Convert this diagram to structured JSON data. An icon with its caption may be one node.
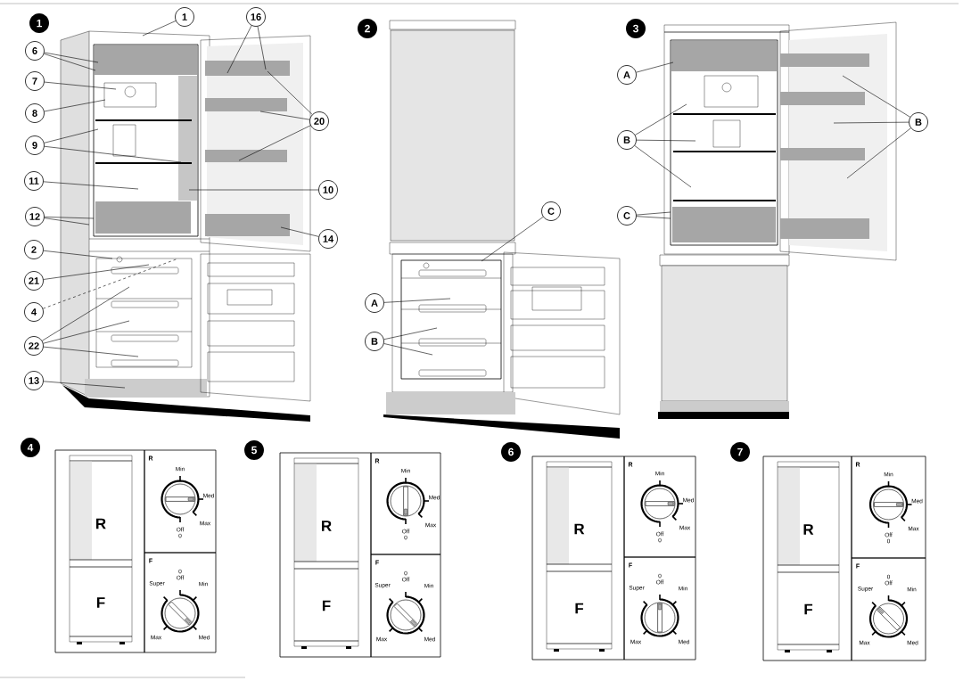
{
  "diagram": {
    "nodes": [
      {
        "text": [
          "1"
        ]
      },
      {
        "text": [
          "1"
        ]
      },
      {
        "text": [
          "16"
        ]
      },
      {
        "text": [
          "6"
        ]
      },
      {
        "text": [
          "7"
        ]
      },
      {
        "text": [
          "8"
        ]
      },
      {
        "text": [
          "20"
        ]
      },
      {
        "text": [
          "9"
        ]
      },
      {
        "text": [
          "11"
        ]
      },
      {
        "text": [
          "10"
        ]
      },
      {
        "text": [
          "12"
        ]
      },
      {
        "text": [
          "14"
        ]
      },
      {
        "text": [
          "2"
        ]
      },
      {
        "text": [
          "21"
        ]
      },
      {
        "text": [
          "4"
        ]
      },
      {
        "text": [
          "22"
        ]
      },
      {
        "text": [
          "13"
        ]
      },
      {
        "text": [
          "2"
        ]
      },
      {
        "text": [
          "C"
        ]
      },
      {
        "text": [
          "A"
        ]
      },
      {
        "text": [
          "B"
        ]
      },
      {
        "text": [
          "3"
        ]
      },
      {
        "text": [
          "A"
        ]
      },
      {
        "text": [
          "B"
        ]
      },
      {
        "text": [
          "B"
        ]
      },
      {
        "text": [
          "C"
        ]
      },
      {
        "text": [
          "4"
        ]
      },
      {
        "text": [
          "R",
          "F"
        ]
      },
      {
        "text": [
          "R",
          "Min",
          "Med",
          "Max",
          "Off",
          "0"
        ]
      },
      {
        "text": [
          "F",
          "0",
          "Off",
          "Super",
          "Min",
          "Max",
          "Med"
        ]
      },
      {
        "text": [
          "5"
        ]
      },
      {
        "text": [
          "R",
          "F"
        ]
      },
      {
        "text": [
          "R",
          "Min",
          "Med",
          "Max",
          "Off",
          "0"
        ]
      },
      {
        "text": [
          "F",
          "0",
          "Off",
          "Super",
          "Min",
          "Max",
          "Med"
        ]
      },
      {
        "text": [
          "6"
        ]
      },
      {
        "text": [
          "R",
          "F"
        ]
      },
      {
        "text": [
          "R",
          "Min",
          "Med",
          "Max",
          "Off",
          "0"
        ]
      },
      {
        "text": [
          "F",
          "0",
          "Off",
          "Super",
          "Min",
          "Max",
          "Med"
        ]
      },
      {
        "text": [
          "7"
        ]
      },
      {
        "text": [
          "R",
          "F"
        ]
      },
      {
        "text": [
          "R",
          "Min",
          "Med",
          "Max",
          "Off",
          "0"
        ]
      },
      {
        "text": [
          "F",
          "0",
          "Off",
          "Super",
          "Min",
          "Max",
          "Med"
        ]
      }
    ],
    "edges": [
      {
        "from": 1,
        "to": null,
        "arrow": "none"
      },
      {
        "from": 2,
        "to": null,
        "arrow": "none"
      },
      {
        "from": 2,
        "to": null,
        "arrow": "none"
      },
      {
        "from": 3,
        "to": null,
        "arrow": "none"
      },
      {
        "from": 3,
        "to": null,
        "arrow": "none"
      },
      {
        "from": 4,
        "to": null,
        "arrow": "none"
      },
      {
        "from": 5,
        "to": null,
        "arrow": "none"
      },
      {
        "from": 6,
        "to": null,
        "arrow": "none"
      },
      {
        "from": 6,
        "to": null,
        "arrow": "none"
      },
      {
        "from": 6,
        "to": null,
        "arrow": "none"
      },
      {
        "from": 7,
        "to": null,
        "arrow": "none"
      },
      {
        "from": 7,
        "to": null,
        "arrow": "none"
      },
      {
        "from": 8,
        "to": null,
        "arrow": "none"
      },
      {
        "from": 9,
        "to": null,
        "arrow": "none"
      },
      {
        "from": 10,
        "to": null,
        "arrow": "none"
      },
      {
        "from": 10,
        "to": null,
        "arrow": "none"
      },
      {
        "from": 11,
        "to": null,
        "arrow": "none"
      },
      {
        "from": 12,
        "to": null,
        "arrow": "none"
      },
      {
        "from": 13,
        "to": null,
        "arrow": "none"
      },
      {
        "from": 14,
        "to": null,
        "arrow": "none",
        "style": "dashed"
      },
      {
        "from": 15,
        "to": null,
        "arrow": "none"
      },
      {
        "from": 15,
        "to": null,
        "arrow": "none"
      },
      {
        "from": 15,
        "to": null,
        "arrow": "none"
      },
      {
        "from": 16,
        "to": null,
        "arrow": "none"
      },
      {
        "from": 18,
        "to": null,
        "arrow": "none"
      },
      {
        "from": 19,
        "to": null,
        "arrow": "none"
      },
      {
        "from": 20,
        "to": null,
        "arrow": "none"
      },
      {
        "from": 20,
        "to": null,
        "arrow": "none"
      },
      {
        "from": 22,
        "to": null,
        "arrow": "none"
      },
      {
        "from": 23,
        "to": null,
        "arrow": "none"
      },
      {
        "from": 23,
        "to": null,
        "arrow": "none"
      },
      {
        "from": 23,
        "to": null,
        "arrow": "none"
      },
      {
        "from": 24,
        "to": null,
        "arrow": "none"
      },
      {
        "from": 24,
        "to": null,
        "arrow": "none"
      },
      {
        "from": 24,
        "to": null,
        "arrow": "none"
      },
      {
        "from": 25,
        "to": null,
        "arrow": "none"
      },
      {
        "from": 25,
        "to": null,
        "arrow": "none"
      }
    ]
  }
}
